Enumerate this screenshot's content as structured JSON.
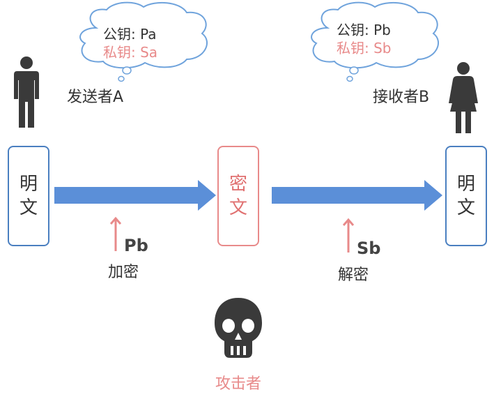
{
  "sender": {
    "name": "发送者A",
    "public_key": "公钥: Pa",
    "private_key": "私钥: Sa"
  },
  "receiver": {
    "name": "接收者B",
    "public_key": "公钥: Pb",
    "private_key": "私钥: Sb"
  },
  "boxes": {
    "plaintext_left": [
      "明",
      "文"
    ],
    "ciphertext": [
      "密",
      "文"
    ],
    "plaintext_right": [
      "明",
      "文"
    ]
  },
  "steps": {
    "encrypt_key": "Pb",
    "encrypt_label": "加密",
    "decrypt_key": "Sb",
    "decrypt_label": "解密"
  },
  "attacker": {
    "label": "攻击者",
    "icon": "skull-icon"
  },
  "colors": {
    "blue": "#5b8fd8",
    "pink": "#e88a8a",
    "dark": "#333333"
  }
}
